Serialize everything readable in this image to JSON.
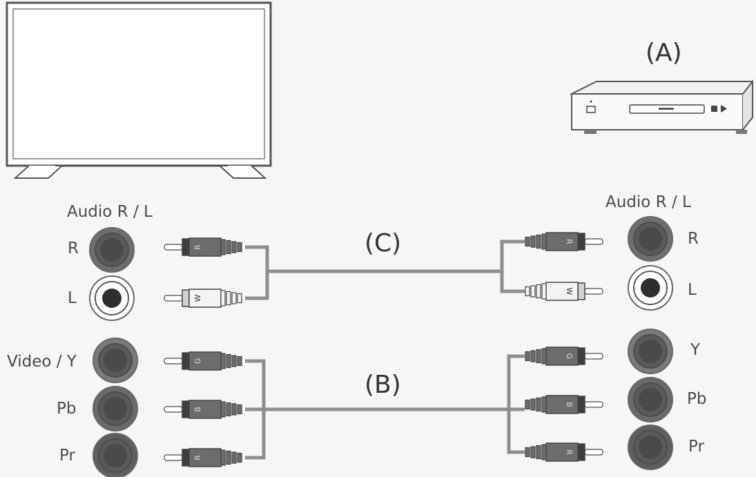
{
  "device_label": "(A)",
  "cable_video_label": "(B)",
  "cable_audio_label": "(C)",
  "tv_side": {
    "audio_heading": "Audio R / L",
    "audio_ports": [
      {
        "label": "R",
        "color": "#6e6e6e"
      },
      {
        "label": "L",
        "color": "#ffffff"
      }
    ],
    "video_ports": [
      {
        "label": "Video / Y",
        "color": "#7a7a7a"
      },
      {
        "label": "Pb",
        "color": "#6a6a6a"
      },
      {
        "label": "Pr",
        "color": "#5e5e5e"
      }
    ]
  },
  "player_side": {
    "audio_heading": "Audio R / L",
    "audio_ports": [
      {
        "label": "R",
        "color": "#6e6e6e"
      },
      {
        "label": "L",
        "color": "#ffffff"
      }
    ],
    "video_ports": [
      {
        "label": "Y",
        "color": "#7a7a7a"
      },
      {
        "label": "Pb",
        "color": "#6a6a6a"
      },
      {
        "label": "Pr",
        "color": "#5e5e5e"
      }
    ]
  },
  "plug_letters": {
    "audio_right": "R",
    "audio_left": "W",
    "video_y": "G",
    "video_pb": "B",
    "video_pr": "R"
  }
}
